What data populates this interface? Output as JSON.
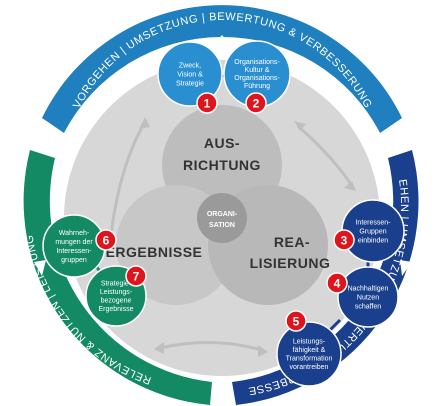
{
  "colors": {
    "top_arc": "#1f7fbf",
    "right_arc": "#1a3f8c",
    "left_arc": "#138a63",
    "core_bg": "#d7d7d7",
    "petal_top": "#bdbdbd",
    "petal_left": "#c7c7c7",
    "petal_right": "#b8b8b8",
    "center": "#9a9a9a",
    "badge": "#e0141c",
    "node_top": "#2a8fd0",
    "node_right": "#1a3f8c",
    "node_left": "#138a63"
  },
  "arcs": {
    "top": "VORGEHEN | UMSETZUNG | BEWERTUNG & VERBESSERUNG",
    "right": "VORGEHEN | UMSETZUNG | BEWERTUNG & VERBESSERUNG",
    "left": "RELEVANZ & NUTZEN | LEISTUNG"
  },
  "core": {
    "center": [
      "ORGANI-",
      "SATION"
    ],
    "top": [
      "AUS-",
      "RICHTUNG"
    ],
    "left": [
      "ERGEBNISSE"
    ],
    "right": [
      "REA-",
      "LISIERUNG"
    ]
  },
  "nodes": [
    {
      "id": "1",
      "lines": [
        "Zweck,",
        "Vision &",
        "Strategie"
      ]
    },
    {
      "id": "2",
      "lines": [
        "Organisations-",
        "Kultur &",
        "Organisations-",
        "Führung"
      ]
    },
    {
      "id": "3",
      "lines": [
        "Interessen-",
        "Gruppen",
        "einbinden"
      ]
    },
    {
      "id": "4",
      "lines": [
        "Nachhaltigen",
        "Nutzen",
        "schaffen"
      ]
    },
    {
      "id": "5",
      "lines": [
        "Leistungs-",
        "fähigkeit &",
        "Transformation",
        "vorantreiben"
      ]
    },
    {
      "id": "6",
      "lines": [
        "Wahrneh-",
        "mungen der",
        "Interessen-",
        "gruppen"
      ]
    },
    {
      "id": "7",
      "lines": [
        "Strategie-",
        "Leistungs-",
        "bezogene",
        "Ergebnisse"
      ]
    }
  ]
}
